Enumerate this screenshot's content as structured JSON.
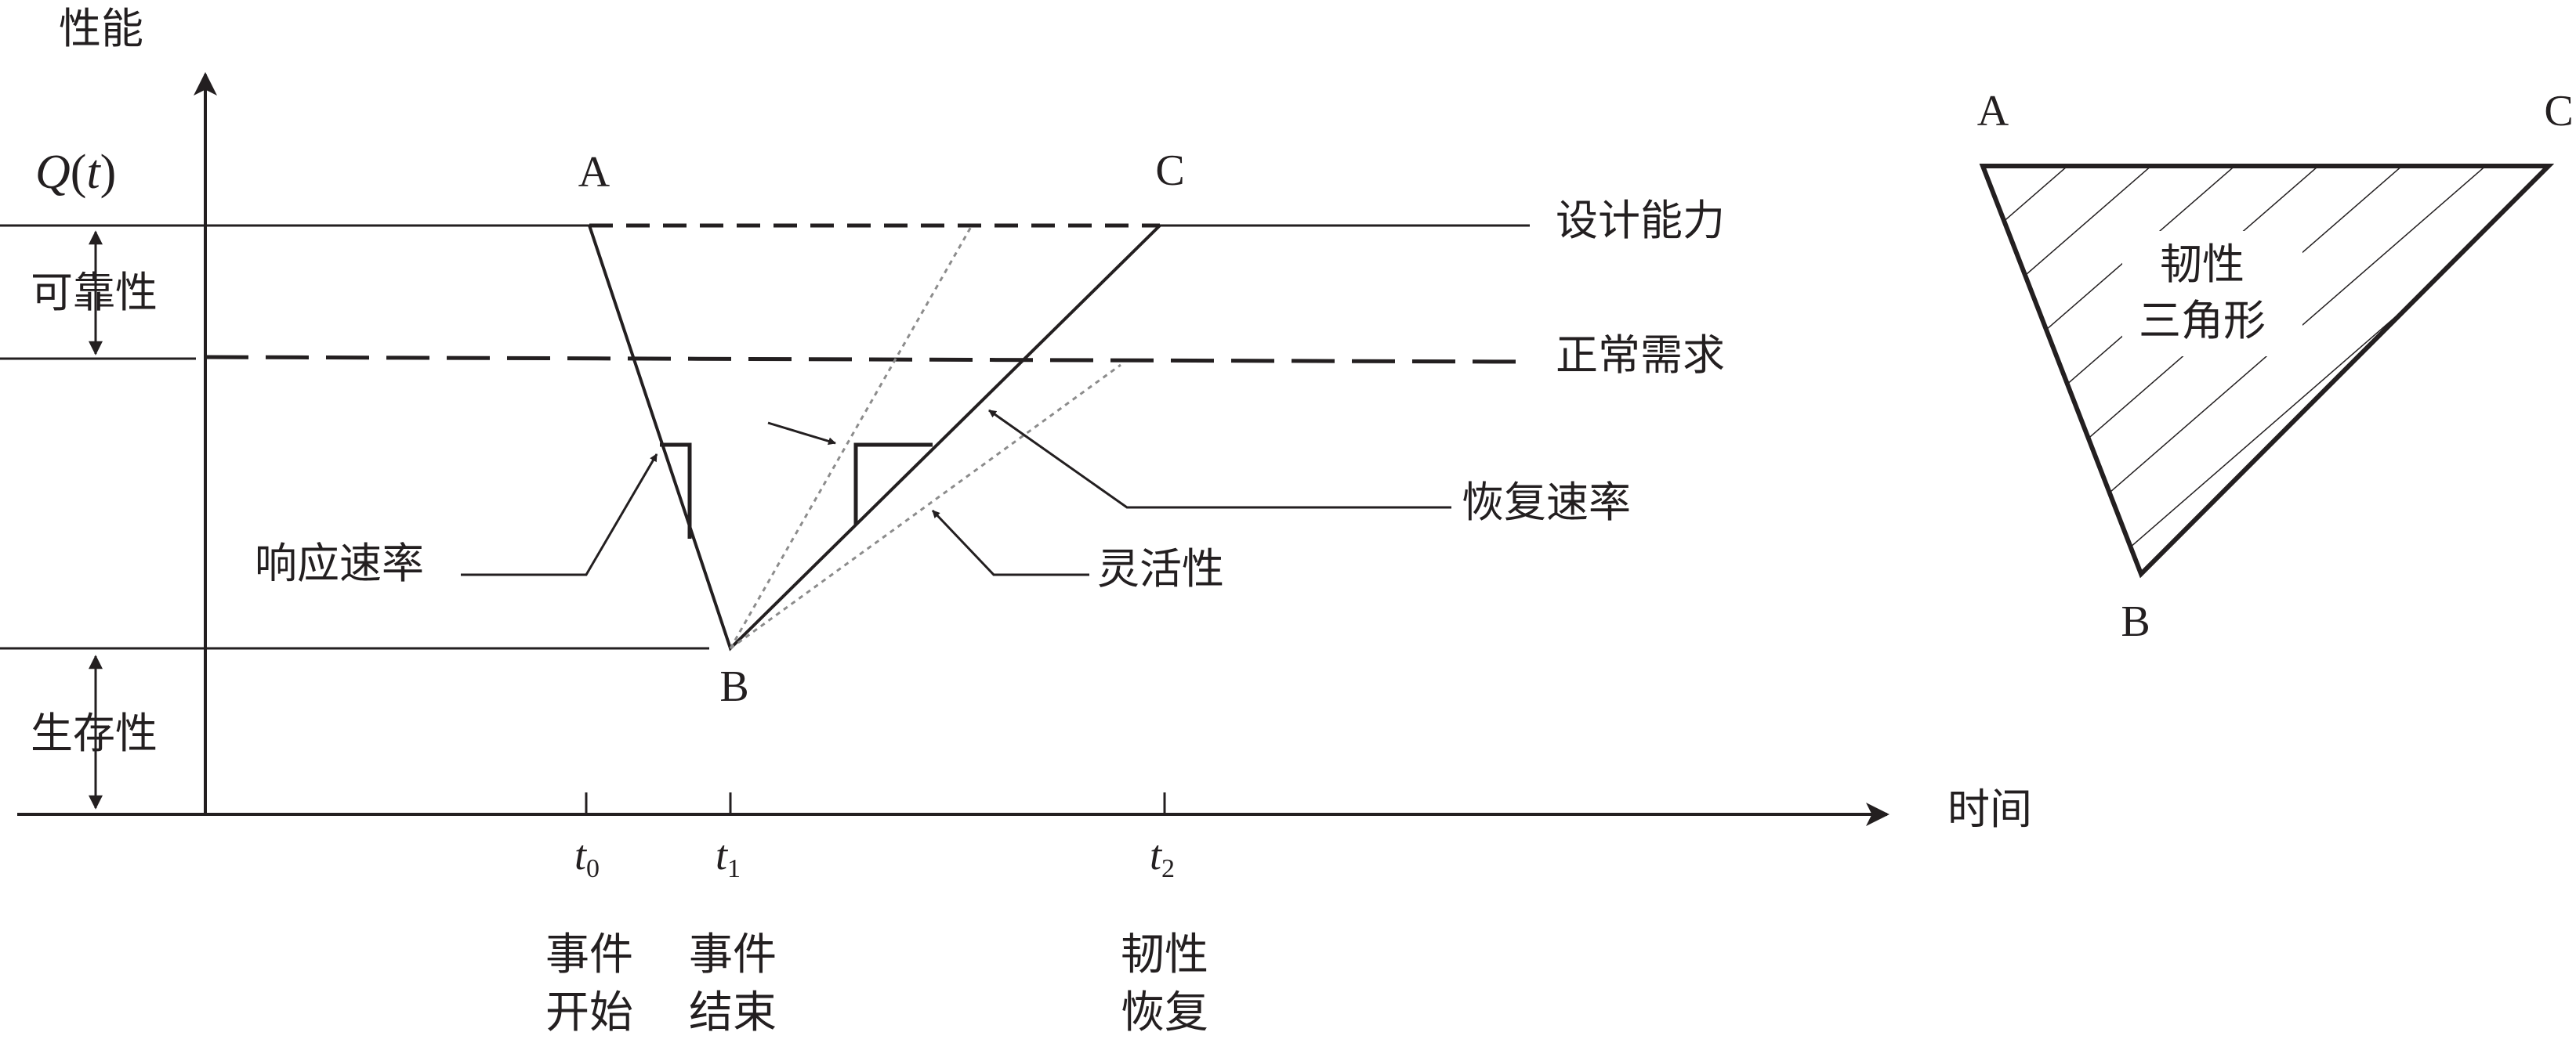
{
  "y_axis": {
    "title": "性能",
    "function_q": "Q",
    "function_open": "(",
    "function_t": "t",
    "function_close": ")"
  },
  "x_axis": {
    "title": "时间"
  },
  "points": {
    "a": "A",
    "b": "B",
    "c": "C"
  },
  "levels": {
    "design": "设计能力",
    "normal": "正常需求"
  },
  "ranges": {
    "reliability": "可靠性",
    "survivability": "生存性"
  },
  "rates": {
    "response": "响应速率",
    "recovery": "恢复速率",
    "flexibility": "灵活性"
  },
  "ticks": [
    {
      "var": "t",
      "sub": "0",
      "line1": "事件",
      "line2": "开始"
    },
    {
      "var": "t",
      "sub": "1",
      "line1": "事件",
      "line2": "结束"
    },
    {
      "var": "t",
      "sub": "2",
      "line1": "韧性",
      "line2": "恢复"
    }
  ],
  "triangle": {
    "a": "A",
    "b": "B",
    "c": "C",
    "line1": "韧性",
    "line2": "三角形"
  },
  "colors": {
    "ink": "#231f20",
    "guide": "#8c8c8c"
  }
}
